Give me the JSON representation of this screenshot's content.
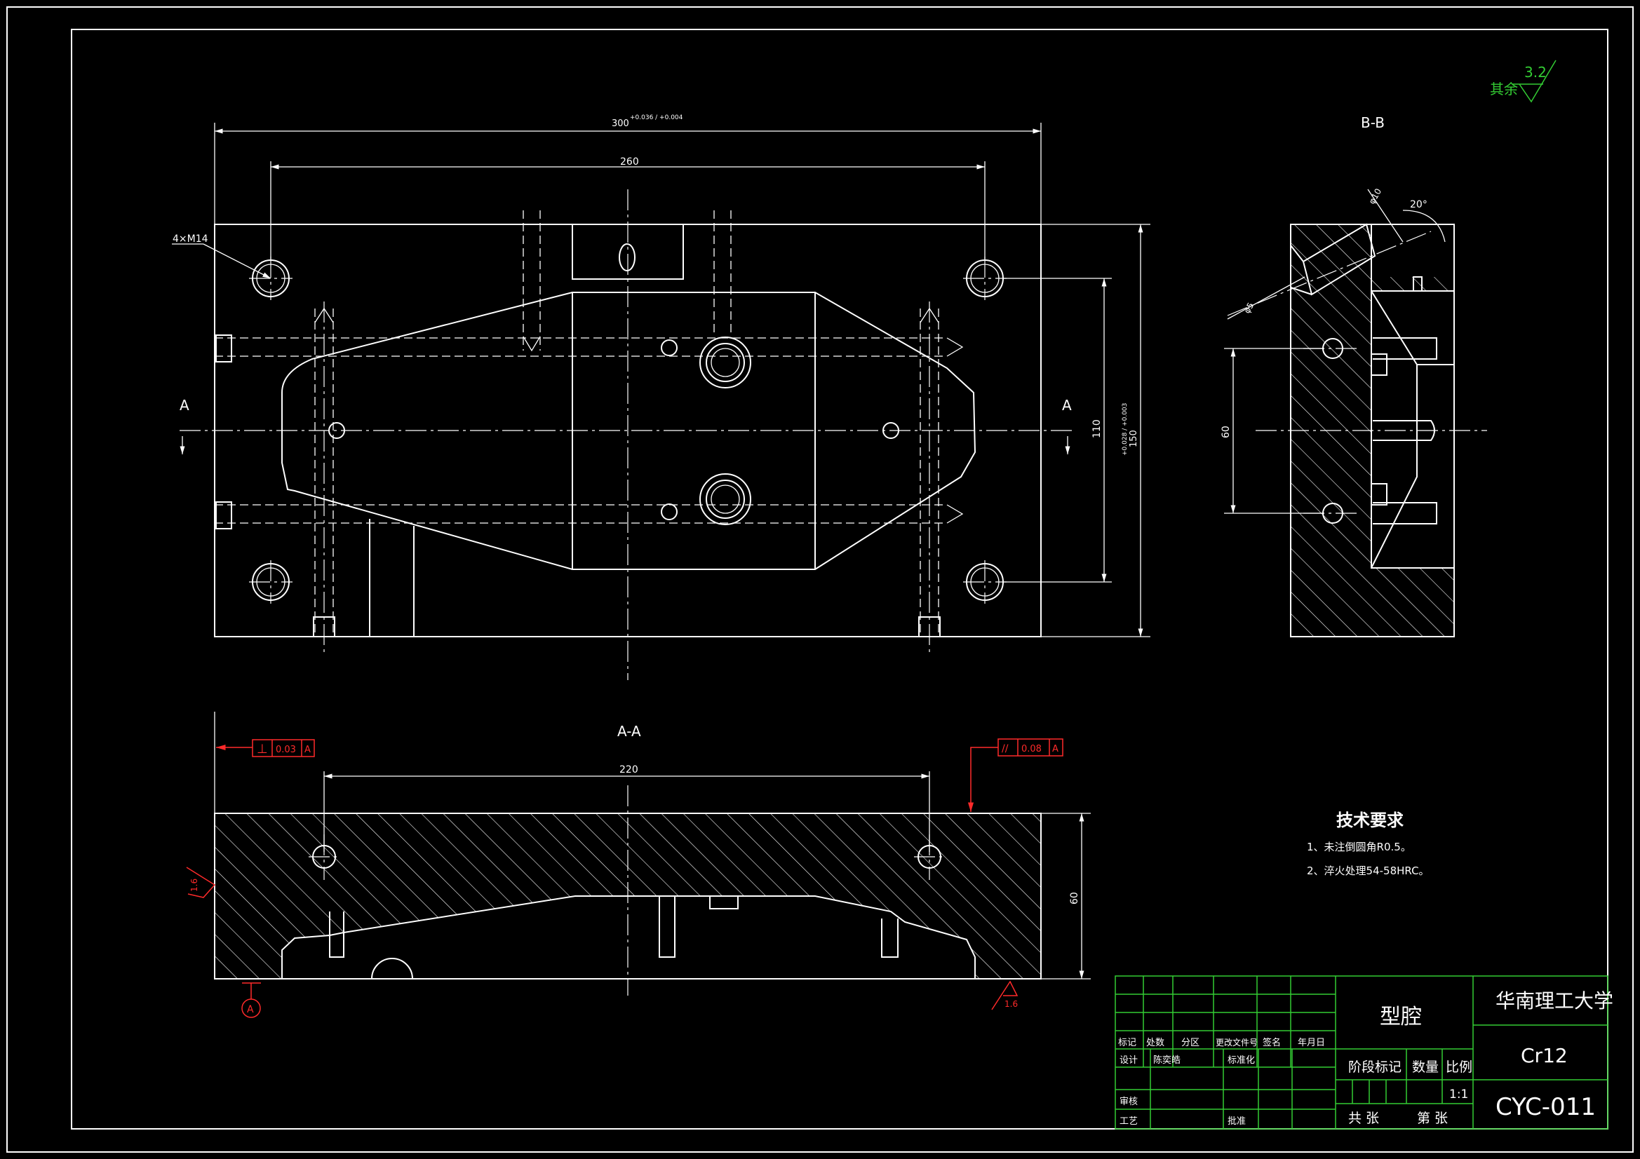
{
  "sheet": {
    "colors": {
      "background": "#000000",
      "lines": "#ffffff",
      "frame_table": "#33cc33",
      "annotation": "#ff2a2a"
    }
  },
  "surface_finish": {
    "label": "其余",
    "value": "3.2"
  },
  "views": {
    "section_bb_label": "B-B",
    "section_aa_label": "A-A",
    "cut_marker": "A",
    "datum_label": "A"
  },
  "dimensions": {
    "overall_width": "300",
    "overall_width_tol": "+0.036 / +0.004",
    "hole_spacing": "260",
    "hole_spec": "4×M14",
    "hole_vertical": "110",
    "overall_height": "150",
    "overall_height_tol": "+0.028 / +0.003",
    "section_hole_spacing": "220",
    "thickness": "60",
    "bb_height": "60",
    "bb_angle": "20°",
    "bb_dia1": "φ10",
    "bb_dia2": "φ5",
    "roughness_left": "1.6",
    "roughness_bottom": "1.6"
  },
  "tolerances": {
    "perpendicularity": {
      "symbol": "⊥",
      "value": "0.03",
      "datum": "A"
    },
    "parallelism": {
      "symbol": "//",
      "value": "0.08",
      "datum": "A"
    }
  },
  "tech_requirements": {
    "title": "技术要求",
    "items": [
      "1、未注倒圆角R0.5。",
      "2、淬火处理54-58HRC。"
    ]
  },
  "title_block": {
    "part_name": "型腔",
    "school": "华南理工大学",
    "material": "Cr12",
    "drawing_no": "CYC-011",
    "scale": "1:1",
    "headers": [
      "标记",
      "处数",
      "分区",
      "更改文件号",
      "签名",
      "年月日"
    ],
    "design": "设计",
    "designer": "陈奕皓",
    "standardization": "标准化",
    "review": "审核",
    "process": "工艺",
    "approve": "批准",
    "stage_mark": "阶段标记",
    "quantity": "数量",
    "ratio": "比例",
    "total_sheets": "共 张",
    "sheet_no": "第 张"
  }
}
